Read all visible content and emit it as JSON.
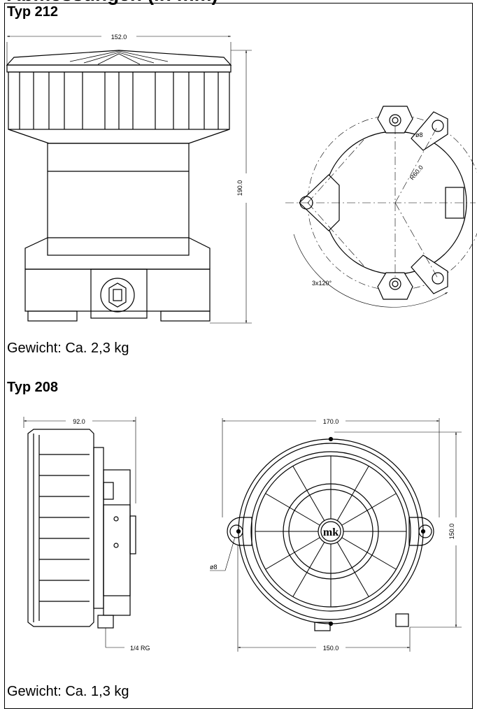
{
  "header": {
    "clipped_title": "Abmessungen (in mm)"
  },
  "typ212": {
    "title": "Typ 212",
    "dim_width": "152.0",
    "dim_height": "190.0",
    "dim_hole": "ø8",
    "dim_radius": "R60.0",
    "dim_angle": "3x120°",
    "weight": "Gewicht: Ca. 2,3 kg"
  },
  "typ208": {
    "title": "Typ 208",
    "dim_depth": "92.0",
    "dim_thread": "1/4 RG",
    "dim_width_top": "170.0",
    "dim_height": "150.0",
    "dim_width_bottom": "150.0",
    "dim_hole": "ø8",
    "logo_text": "mk",
    "weight": "Gewicht: Ca. 1,3 kg"
  }
}
